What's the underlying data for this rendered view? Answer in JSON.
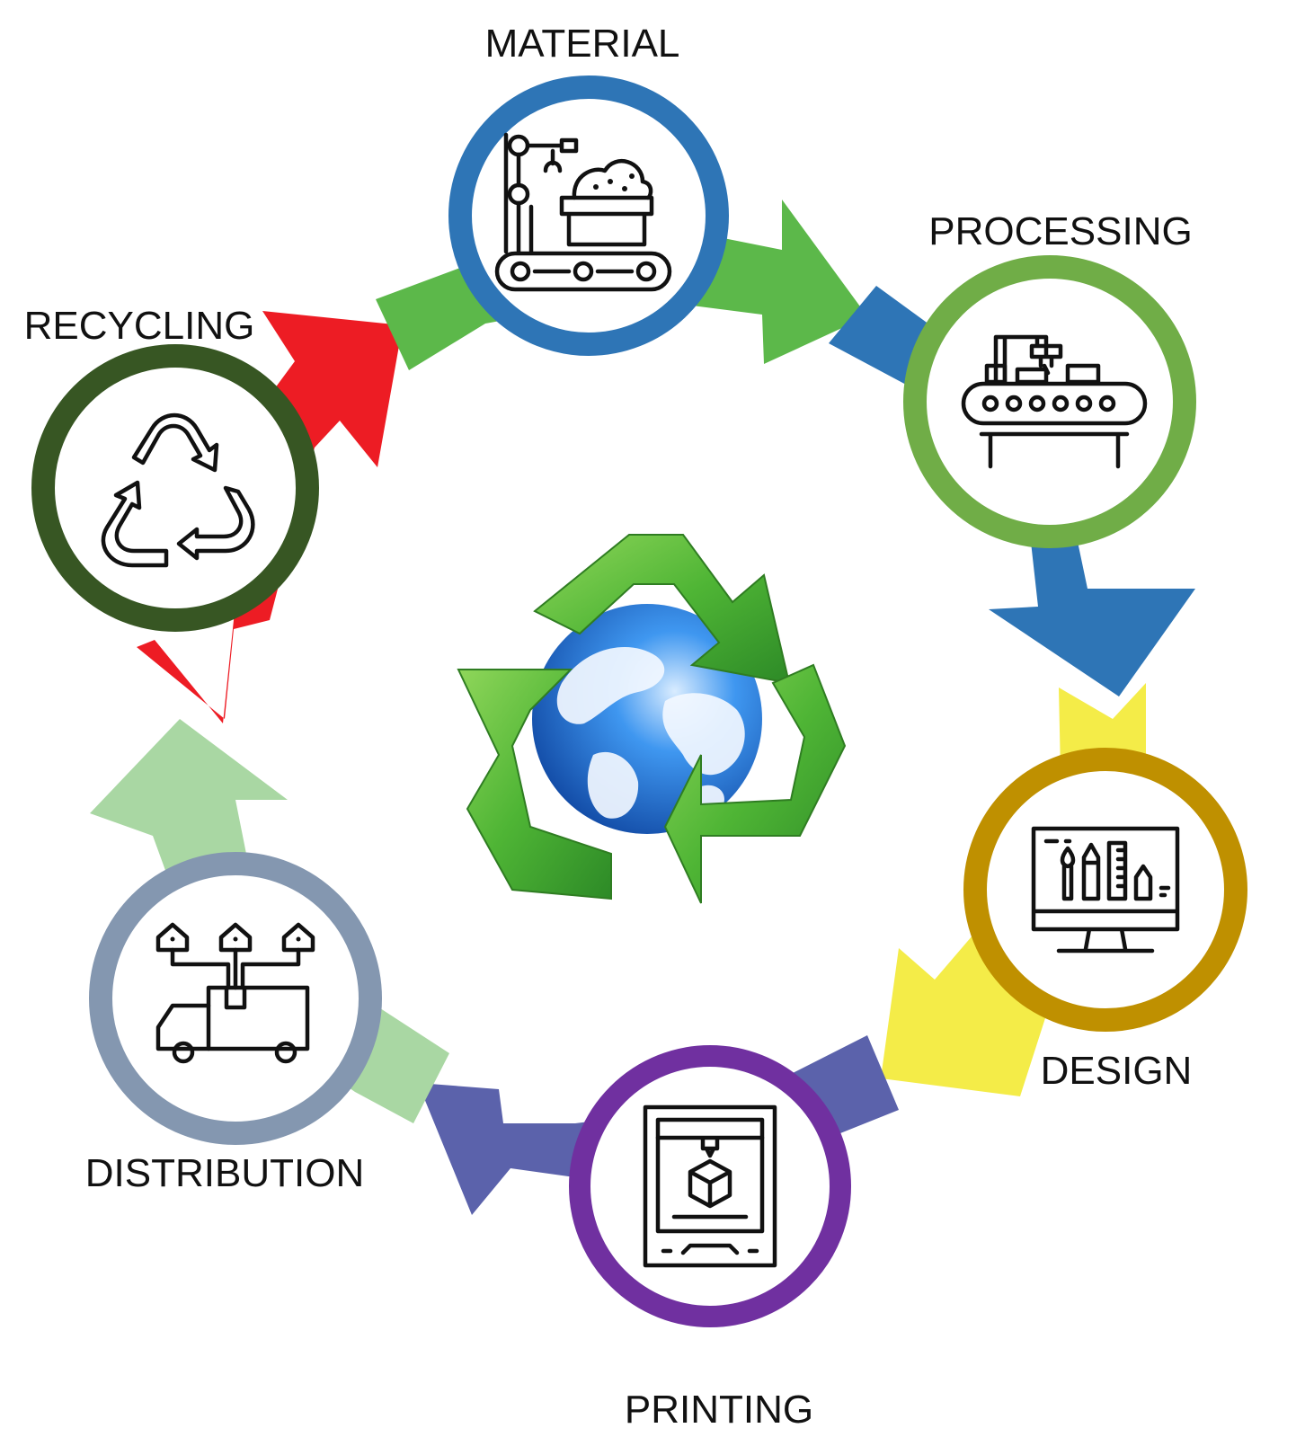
{
  "stages": [
    {
      "id": "material",
      "label": "MATERIAL",
      "icon": "conveyor-robot-material-cart-icon",
      "ring_color": "#2e75b6"
    },
    {
      "id": "processing",
      "label": "PROCESSING",
      "icon": "assembly-line-robot-arm-icon",
      "ring_color": "#70ad47"
    },
    {
      "id": "design",
      "label": "DESIGN",
      "icon": "monitor-design-tools-icon",
      "ring_color": "#bf9000"
    },
    {
      "id": "printing",
      "label": "PRINTING",
      "icon": "3d-printer-icon",
      "ring_color": "#7030a0"
    },
    {
      "id": "distribution",
      "label": "DISTRIBUTION",
      "icon": "delivery-truck-distribution-icon",
      "ring_color": "#8497b0"
    },
    {
      "id": "recycling",
      "label": "RECYCLING",
      "icon": "recycle-arrows-icon",
      "ring_color": "#375623"
    }
  ],
  "arrows": [
    {
      "from": "recycling",
      "to": "material",
      "color": "#ed1c24"
    },
    {
      "from": "material",
      "to": "processing",
      "color": "#5cb84a"
    },
    {
      "from": "processing",
      "to": "design",
      "color": "#2e75b6"
    },
    {
      "from": "design",
      "to": "printing",
      "color": "#f4ec48"
    },
    {
      "from": "printing",
      "to": "distribution",
      "color": "#5b62ab"
    },
    {
      "from": "distribution",
      "to": "recycling",
      "color": "#a9d7a3"
    }
  ],
  "center": {
    "icon": "recycle-globe-icon",
    "globe_color": "#1c6fd6",
    "arrow_color": "#4cb335"
  }
}
